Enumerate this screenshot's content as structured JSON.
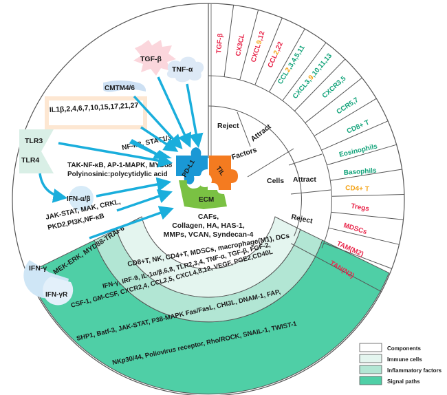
{
  "factors": {
    "tgf_beta": "TGF-β",
    "tnf_alpha": "TNF-α",
    "cmtm": "CMTM4/6",
    "il_list": "IL1β,2,4,6,7,10,15,17,21,27",
    "tlr3": "TLR3",
    "tlr4": "TLR4",
    "nfkb_stat": "NF-κB,  STAT1/3",
    "tak_line1": "TAK-NF-κB,  AP-1-MAPK, MYD88",
    "tak_line2": "Polyinosinic:polycytidylic acid",
    "ifn_ab": "IFN-α/β",
    "jak_line1": "JAK-STAT, MAK, CRKL,",
    "jak_line2": "PKD2,PI3K,NF-κB",
    "mek": "MEK-ERK, MYD88-TRAF6",
    "ifn_g": "IFN-γ",
    "ifn_gr": "IFN-γR"
  },
  "center": {
    "pdl1": "PD-L1",
    "til": "TIL",
    "ecm": "ECM",
    "ecm_line1": "CAFs,",
    "ecm_line2": "Collagen, HA, HAS-1,",
    "ecm_line3": "MMPs, VCAN, Syndecan-4"
  },
  "right": {
    "factors_label": "Factors",
    "cells_label": "Cells",
    "reject_top": "Reject",
    "attract_top": "Attract",
    "attract_bottom": "Attract",
    "reject_bottom": "Reject",
    "spokes": [
      "TGF-β",
      "CX3CL",
      "CXCL9,12",
      "CCL2,22",
      "CCL2,3,4,5,11",
      "CXCL3,9,10,11,13",
      "CXCR3,5",
      "CCR5,7",
      "CD8+ T",
      "Eosinophils",
      "Basophils",
      "CD4+ T",
      "Tregs",
      "MDSCs",
      "TAM(M2)",
      "TAN(N2)"
    ]
  },
  "bands": {
    "immune": "CD8+T,  NK, CD4+T,   MDSCs,  macrophage(M1), DCs",
    "inflam1": "IFN-γ,  IRF-9,  IL-1α/β,6,8,  TLR2,3,4,  TNF-α,  TGF-β,  FGF-2,",
    "inflam2": "CSF-1,  GM-CSF,  CXCR2,4,  CCL2,5,  CXCL4,8,12,  VEGF,  PGE2,CD40L",
    "signal1": "SHP1,  Batf-3,   JAK-STAT,   P38-MAPK  Fas/FasL,  CHI3L,  DNAM-1,  FAP,",
    "signal2": "NKp30/44,  Poliovirus receptor,  Rho/ROCK,  SNAIL-1,  TWIST-1"
  },
  "legend": {
    "items": [
      "Components",
      "Immune cells",
      "Inflammatory factors",
      "Signal paths"
    ]
  },
  "colors": {
    "arrow": "#1aaedc",
    "band_immune": "#e4f5ef",
    "band_inflam": "#b2e6d4",
    "band_signal": "#4fcfa6",
    "red": "#e8274b",
    "green": "#12a37a",
    "orange": "#f4a316",
    "tgf_burst": "#fbd6dc",
    "il_box": "#fde7d2",
    "puzzle_blue": "#1a98d5",
    "puzzle_orange": "#f47b20",
    "puzzle_green": "#7ac143"
  }
}
